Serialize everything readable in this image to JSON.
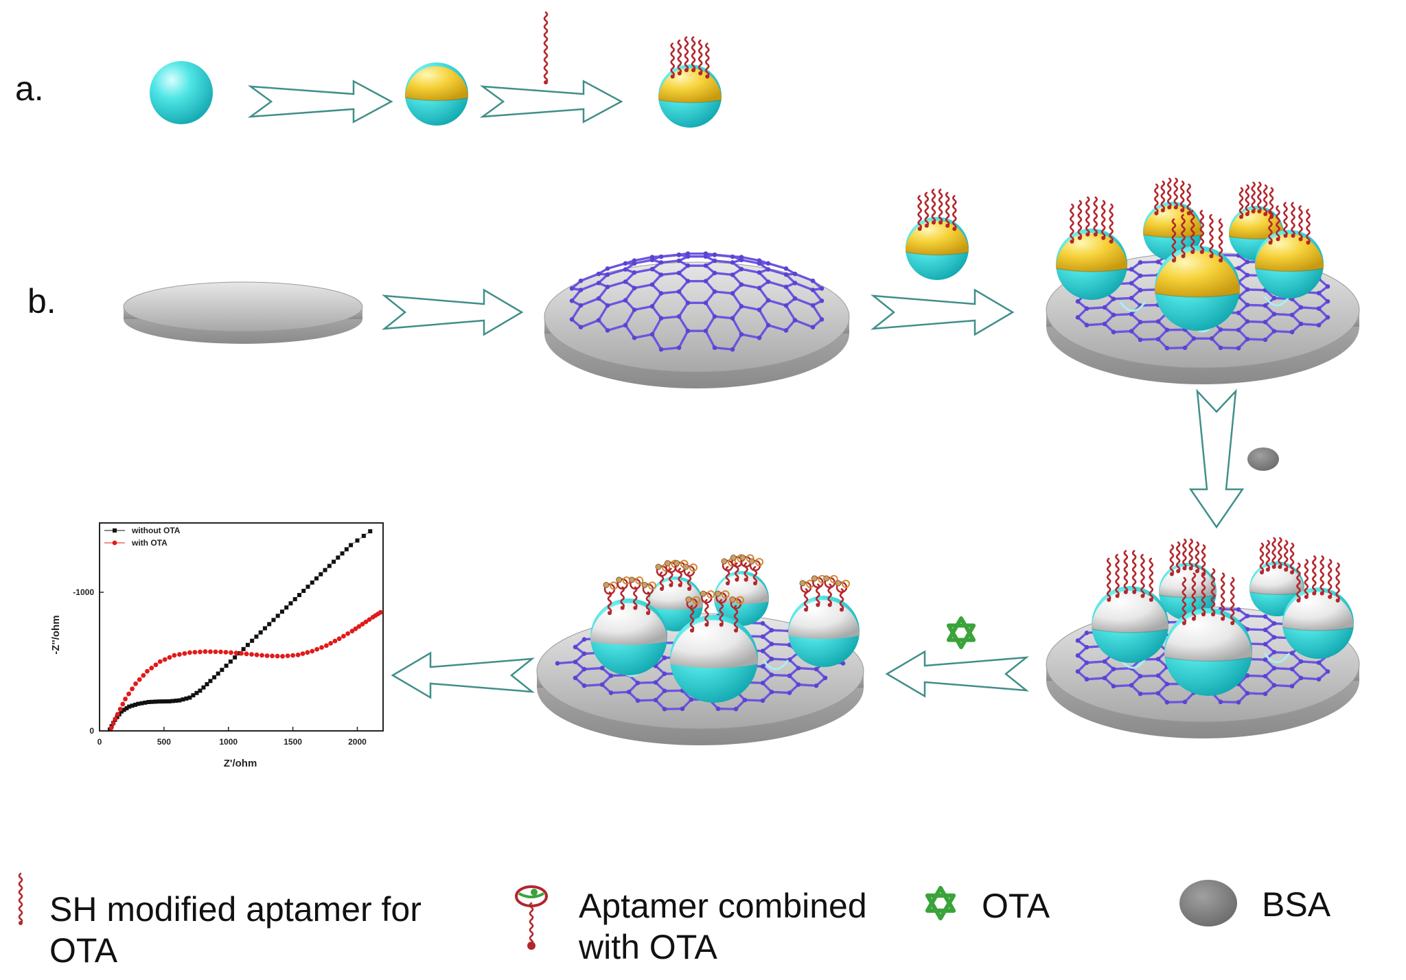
{
  "labels": {
    "a": "a.",
    "b": "b."
  },
  "legend": {
    "aptamer": "SH modified aptamer for OTA",
    "aptamer_line1": "SH modified aptamer for",
    "aptamer_line2": "OTA",
    "combined": "Aptamer combined with OTA",
    "combined_line1": "Aptamer combined",
    "combined_line2": "with OTA",
    "ota": "OTA",
    "bsa": "BSA"
  },
  "colors": {
    "cyan": "#36d6d6",
    "gold": "#f3cf2a",
    "graphene": "#6a55e0",
    "disc": "#c9c9c9",
    "aptamer": "#b3262d",
    "ota": "#3aa33a",
    "bsa": "#7a7a7a",
    "arrow": "#3f8f88",
    "series_black": "#111111",
    "series_red": "#e01b1b"
  },
  "chart_data": {
    "type": "scatter",
    "xlabel": "Z'/ohm",
    "ylabel": "-Z''/ohm",
    "xlim": [
      0,
      2200
    ],
    "ylim": [
      0,
      1500
    ],
    "xticks": [
      0,
      500,
      1000,
      1500,
      2000
    ],
    "yticks": [
      0,
      -1000
    ],
    "legend_position": "top-left",
    "series": [
      {
        "name": "without OTA",
        "color": "#111111",
        "points": [
          [
            80,
            10
          ],
          [
            120,
            80
          ],
          [
            170,
            140
          ],
          [
            230,
            175
          ],
          [
            300,
            195
          ],
          [
            380,
            208
          ],
          [
            460,
            212
          ],
          [
            540,
            213
          ],
          [
            620,
            220
          ],
          [
            700,
            240
          ],
          [
            780,
            290
          ],
          [
            860,
            360
          ],
          [
            950,
            440
          ],
          [
            1050,
            530
          ],
          [
            1150,
            620
          ],
          [
            1250,
            710
          ],
          [
            1350,
            800
          ],
          [
            1450,
            890
          ],
          [
            1550,
            980
          ],
          [
            1650,
            1070
          ],
          [
            1750,
            1160
          ],
          [
            1850,
            1250
          ],
          [
            1950,
            1340
          ],
          [
            2100,
            1440
          ]
        ]
      },
      {
        "name": "with OTA",
        "color": "#e01b1b",
        "points": [
          [
            90,
            20
          ],
          [
            140,
            120
          ],
          [
            200,
            230
          ],
          [
            280,
            340
          ],
          [
            370,
            430
          ],
          [
            470,
            500
          ],
          [
            580,
            545
          ],
          [
            700,
            565
          ],
          [
            820,
            572
          ],
          [
            940,
            570
          ],
          [
            1060,
            562
          ],
          [
            1180,
            552
          ],
          [
            1300,
            542
          ],
          [
            1420,
            538
          ],
          [
            1540,
            548
          ],
          [
            1650,
            575
          ],
          [
            1760,
            615
          ],
          [
            1860,
            665
          ],
          [
            1960,
            720
          ],
          [
            2040,
            770
          ],
          [
            2120,
            820
          ],
          [
            2180,
            855
          ]
        ]
      }
    ]
  }
}
